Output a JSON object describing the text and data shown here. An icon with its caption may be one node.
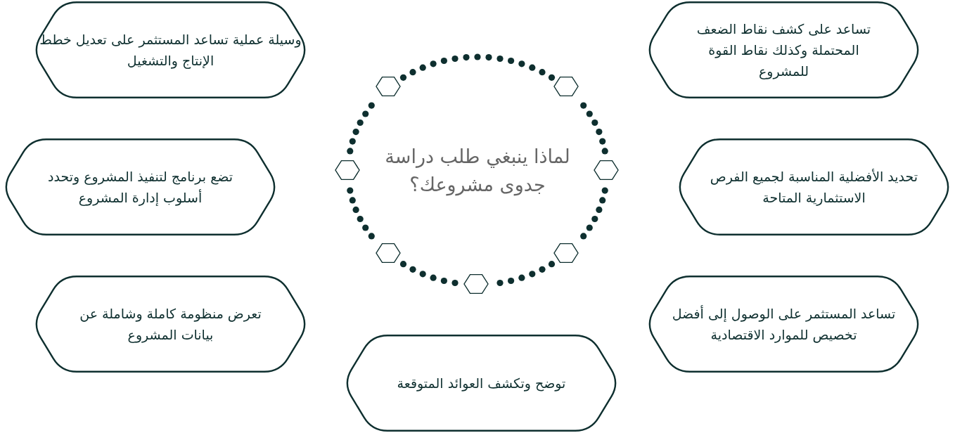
{
  "diagram": {
    "nodes": [
      {
        "text": [
          "لماذا ينبغي طلب دراسة جدوى مشروعك؟"
        ]
      },
      {
        "text": [
          "تساعد على كشف نقاط الضعف المحتملة وكذلك نقاط القوة للمشروع"
        ]
      },
      {
        "text": [
          "وسيلة عملية تساعد المستثمر على تعديل خطط الإنتاج والتشغيل"
        ]
      },
      {
        "text": [
          "تحديد الأفضلية المناسبة لجميع الفرص الاستثمارية المتاحة"
        ]
      },
      {
        "text": [
          "تضع برنامج لتنفيذ المشروع وتحدد أسلوب إدارة المشروع"
        ]
      },
      {
        "text": [
          "تساعد المستثمر على الوصول إلى أفضل تخصيص للموارد الاقتصادية"
        ]
      },
      {
        "text": [
          "تعرض منظومة كاملة وشاملة عن بيانات المشروع"
        ]
      },
      {
        "text": [
          "توضح وتكشف العوائد المتوقعة"
        ]
      }
    ]
  }
}
